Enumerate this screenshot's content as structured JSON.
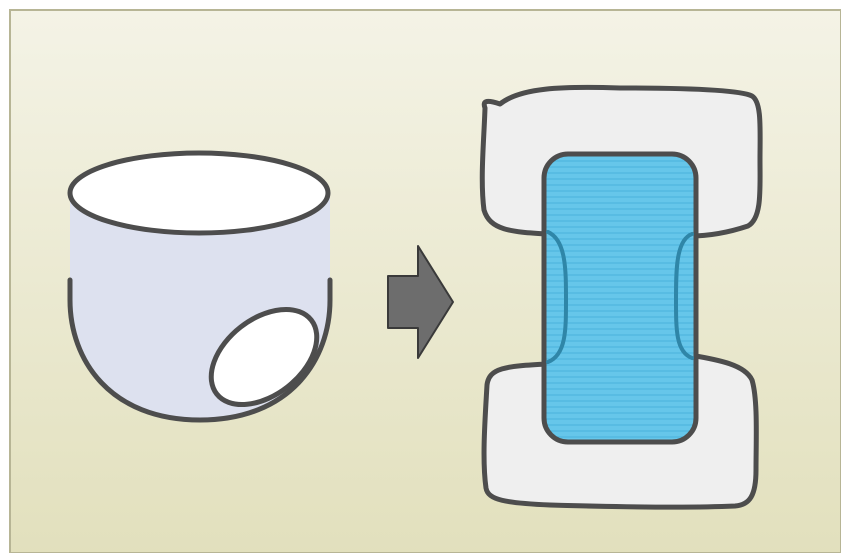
{
  "diagram": {
    "panel": {
      "gradient_top": "#f4f3e6",
      "gradient_bottom": "#e2e0bd",
      "border_color": "#b7b595"
    },
    "items": [
      {
        "name": "pull-up-pants-diaper",
        "body_fill": "#dde1ef",
        "opening_fill": "#ffffff",
        "stroke": "#4d4d4d"
      },
      {
        "name": "arrow",
        "fill": "#6d6d6d",
        "stroke": "#3a3a3a",
        "direction": "right"
      },
      {
        "name": "open-tape-diaper",
        "outer_fill": "#efefef",
        "pad_fill": "#66c6ea",
        "pad_line_color": "#4ab2dc",
        "stroke": "#4d4d4d"
      }
    ]
  }
}
